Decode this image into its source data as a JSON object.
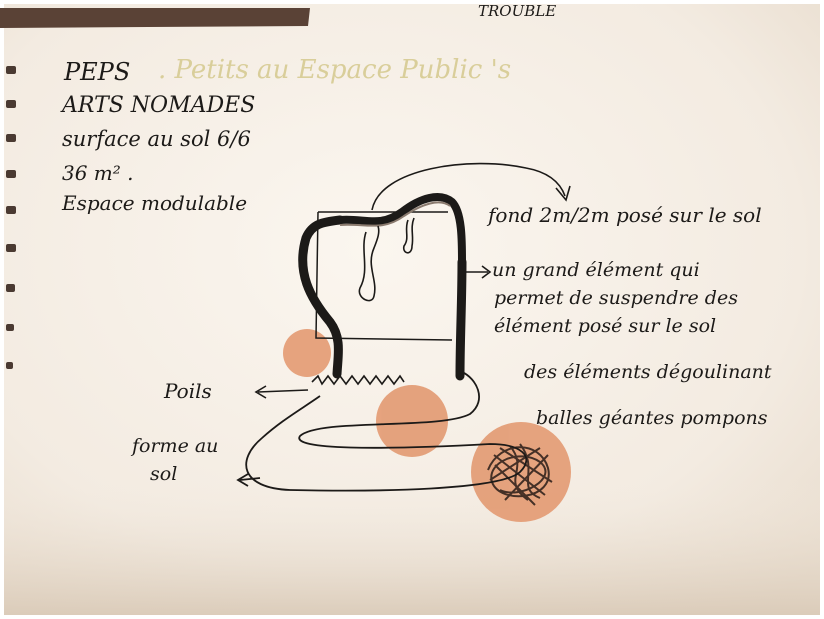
{
  "photo": {
    "subject": "Sketchbook page with handwritten notes and ink drawing",
    "colors": {
      "paper": "#f4ede4",
      "ink": "#1c1a18",
      "marker_orange": "#e39a72",
      "faint_pencil": "#d9ce9a",
      "binding": "#5a4236"
    }
  },
  "notes": {
    "top_fragment": "TROUBLE",
    "title": "PEPS",
    "title_faint": ". Petits au Espace Public 's",
    "line_1": "ARTS NOMADES",
    "line_2": "surface au sol 6/6",
    "line_3": "36 m² .",
    "line_4": "Espace modulable"
  },
  "annotations": {
    "fond": "fond 2m/2m posé sur le sol",
    "element_1": "un grand élément qui",
    "element_2": "permet de suspendre des",
    "element_3": "élément posé sur le sol",
    "degoulinant": "des éléments dégoulinant",
    "balles": "balles géantes pompons",
    "poils": "Poils",
    "forme_1": "forme au",
    "forme_2": "sol"
  }
}
